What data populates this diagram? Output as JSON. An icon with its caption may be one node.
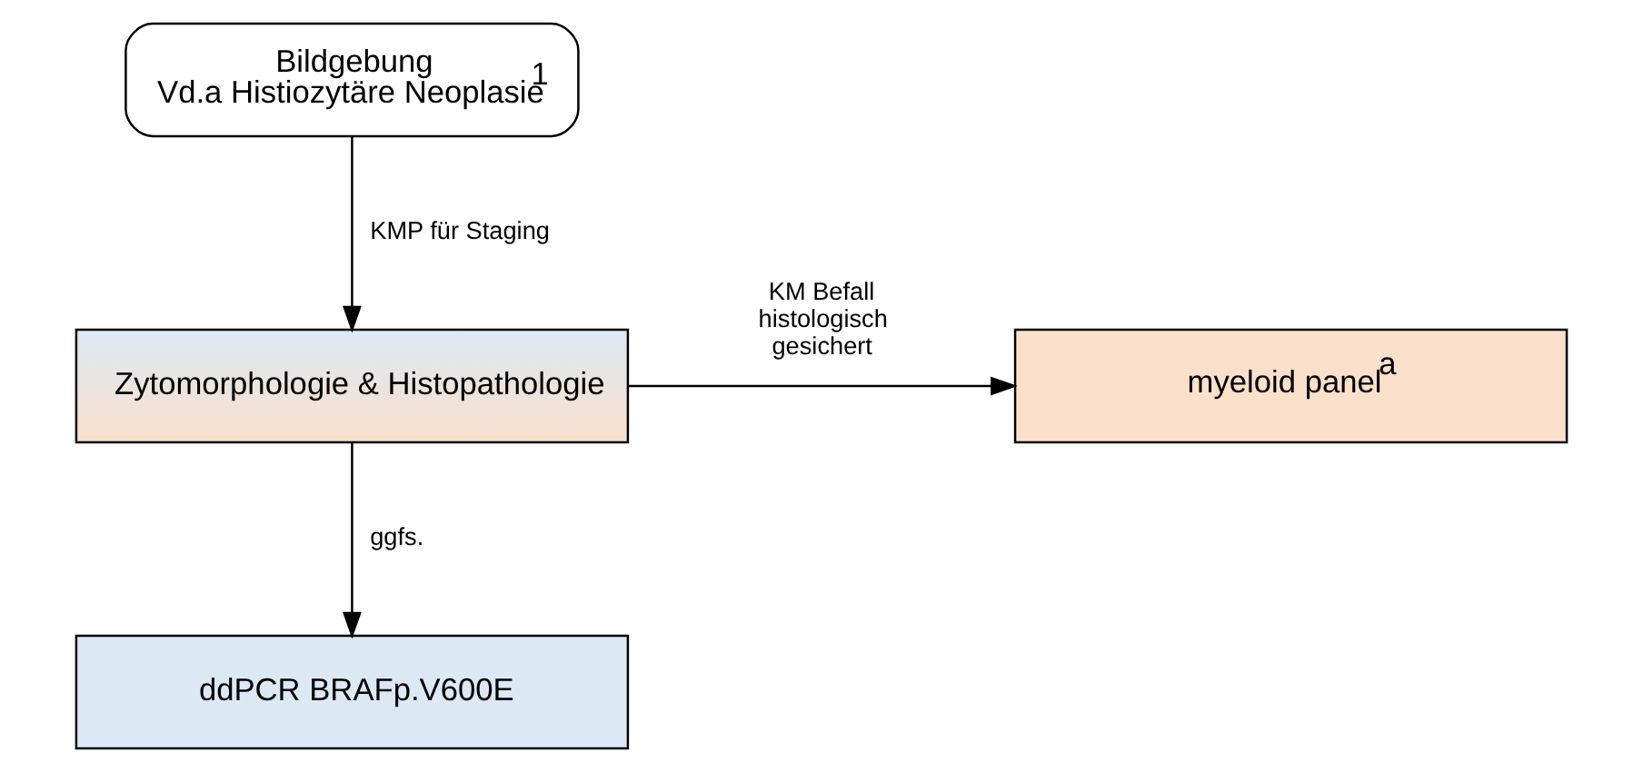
{
  "diagram": {
    "nodes": [
      {
        "text": [
          "Bildgebung",
          "Vd.a Histiozytäre Neoplasie$^{1}$"
        ]
      },
      {
        "text": [
          "Zytomorphologie & Histopathologie"
        ]
      },
      {
        "text": [
          "myeloid panel$^{a}$"
        ]
      },
      {
        "text": [
          "ddPCR BRAFp.V600E"
        ]
      }
    ],
    "edges": [
      {
        "from": 0,
        "to": 1,
        "arrow": "to",
        "label": "KMP für Staging"
      },
      {
        "from": 1,
        "to": 2,
        "arrow": "to",
        "label": "KM Befall histologisch gesichert"
      },
      {
        "from": 1,
        "to": 3,
        "arrow": "to",
        "label": "ggfs."
      }
    ]
  }
}
